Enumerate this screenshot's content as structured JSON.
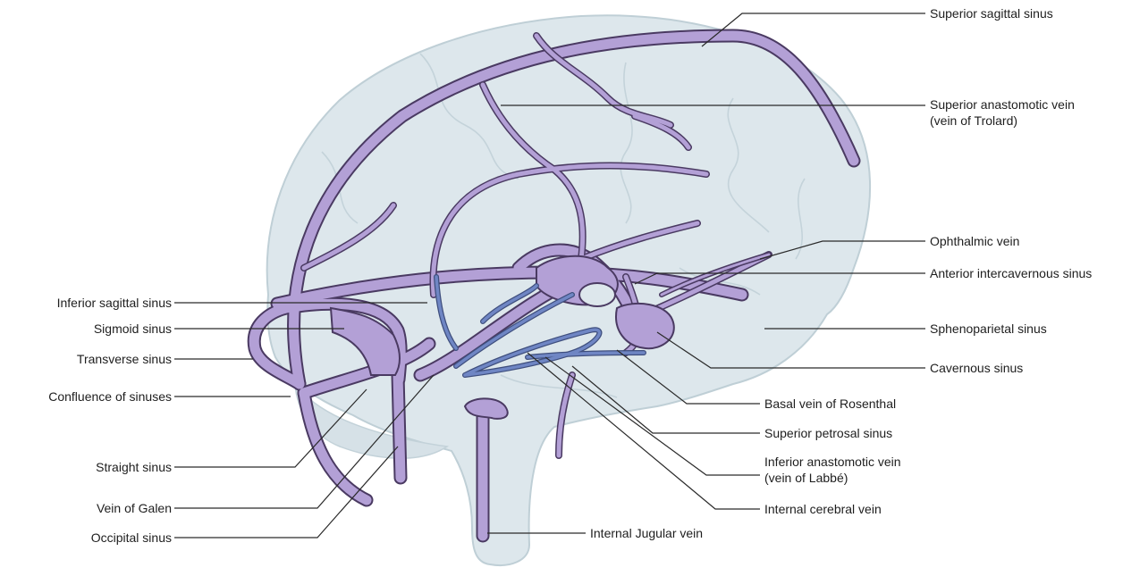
{
  "diagram": {
    "colors": {
      "brain_fill": "#dde7ec",
      "brain_outline": "#bfcfd6",
      "vein_fill": "#b3a0d6",
      "vein_outline": "#4a3a62",
      "deep_vein": "#6f86c4",
      "leader_line": "#2a2a2a"
    },
    "labels_left": [
      "Inferior sagittal sinus",
      "Sigmoid sinus",
      "Transverse sinus",
      "Confluence of sinuses",
      "Straight sinus",
      "Vein of Galen",
      "Occipital sinus"
    ],
    "labels_right": [
      "Superior sagittal sinus",
      "Superior anastomotic vein",
      "(vein of Trolard)",
      "Ophthalmic vein",
      "Anterior intercavernous sinus",
      "Sphenoparietal sinus",
      "Cavernous sinus"
    ],
    "labels_bottom": [
      "Basal vein of Rosenthal",
      "Superior petrosal sinus",
      "Inferior anastomotic vein",
      "(vein of Labbé)",
      "Internal cerebral vein",
      "Internal Jugular vein"
    ]
  }
}
